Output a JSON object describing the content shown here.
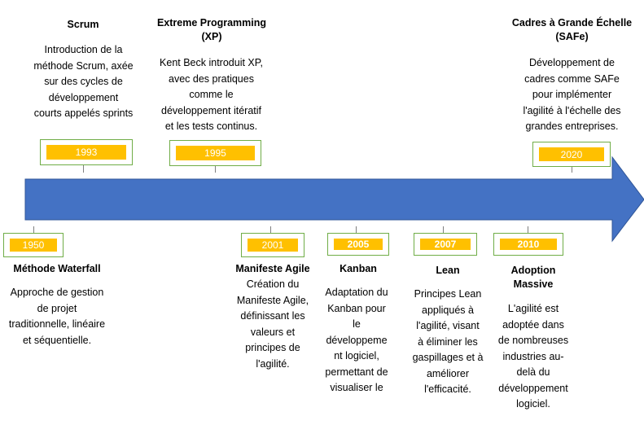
{
  "colors": {
    "arrow_fill": "#4472c4",
    "arrow_stroke": "#2f5597",
    "box_border": "#70ad47",
    "year_fill": "#ffc000",
    "year_text": "#ffffff",
    "tick": "#7f7f7f"
  },
  "events": [
    {
      "id": "scrum",
      "year": "1993",
      "title_lines": [
        "Scrum"
      ],
      "desc_lines": [
        "Introduction de la",
        "méthode Scrum, axée",
        "sur des cycles de",
        "développement",
        "courts appelés sprints"
      ]
    },
    {
      "id": "xp",
      "year": "1995",
      "title_lines": [
        "Extreme Programming",
        "(XP)"
      ],
      "desc_lines": [
        "Kent Beck introduit XP,",
        "avec des pratiques",
        "comme le",
        "développement itératif",
        "et les tests continus."
      ]
    },
    {
      "id": "safe",
      "year": "2020",
      "title_lines": [
        "Cadres à Grande Échelle",
        "(SAFe)"
      ],
      "desc_lines": [
        "Développement de",
        "cadres comme SAFe",
        "pour implémenter",
        "l'agilité à l'échelle des",
        "grandes entreprises."
      ]
    },
    {
      "id": "waterfall",
      "year": "1950",
      "title_lines": [
        "Méthode Waterfall"
      ],
      "desc_lines": [
        "Approche de gestion",
        "de projet",
        "traditionnelle, linéaire",
        "et séquentielle."
      ]
    },
    {
      "id": "manifesto",
      "year": "2001",
      "title_lines": [
        "Manifeste Agile"
      ],
      "desc_lines": [
        "Création du",
        "Manifeste Agile,",
        "définissant les",
        "valeurs et",
        "principes de",
        "l'agilité."
      ]
    },
    {
      "id": "kanban",
      "year": "2005",
      "title_lines": [
        "Kanban"
      ],
      "desc_lines": [
        "Adaptation du",
        "Kanban pour",
        "le",
        "développeme",
        "nt logiciel,",
        "permettant de",
        "visualiser le"
      ]
    },
    {
      "id": "lean",
      "year": "2007",
      "title_lines": [
        "Lean"
      ],
      "desc_lines": [
        "Principes Lean",
        "appliqués à",
        "l'agilité, visant",
        "à éliminer les",
        "gaspillages et à",
        "améliorer",
        "l'efficacité."
      ]
    },
    {
      "id": "adoption",
      "year": "2010",
      "title_lines": [
        "Adoption",
        "Massive"
      ],
      "desc_lines": [
        "L'agilité est",
        "adoptée dans",
        "de nombreuses",
        "industries au-",
        "delà du",
        "développement",
        "logiciel."
      ]
    }
  ]
}
